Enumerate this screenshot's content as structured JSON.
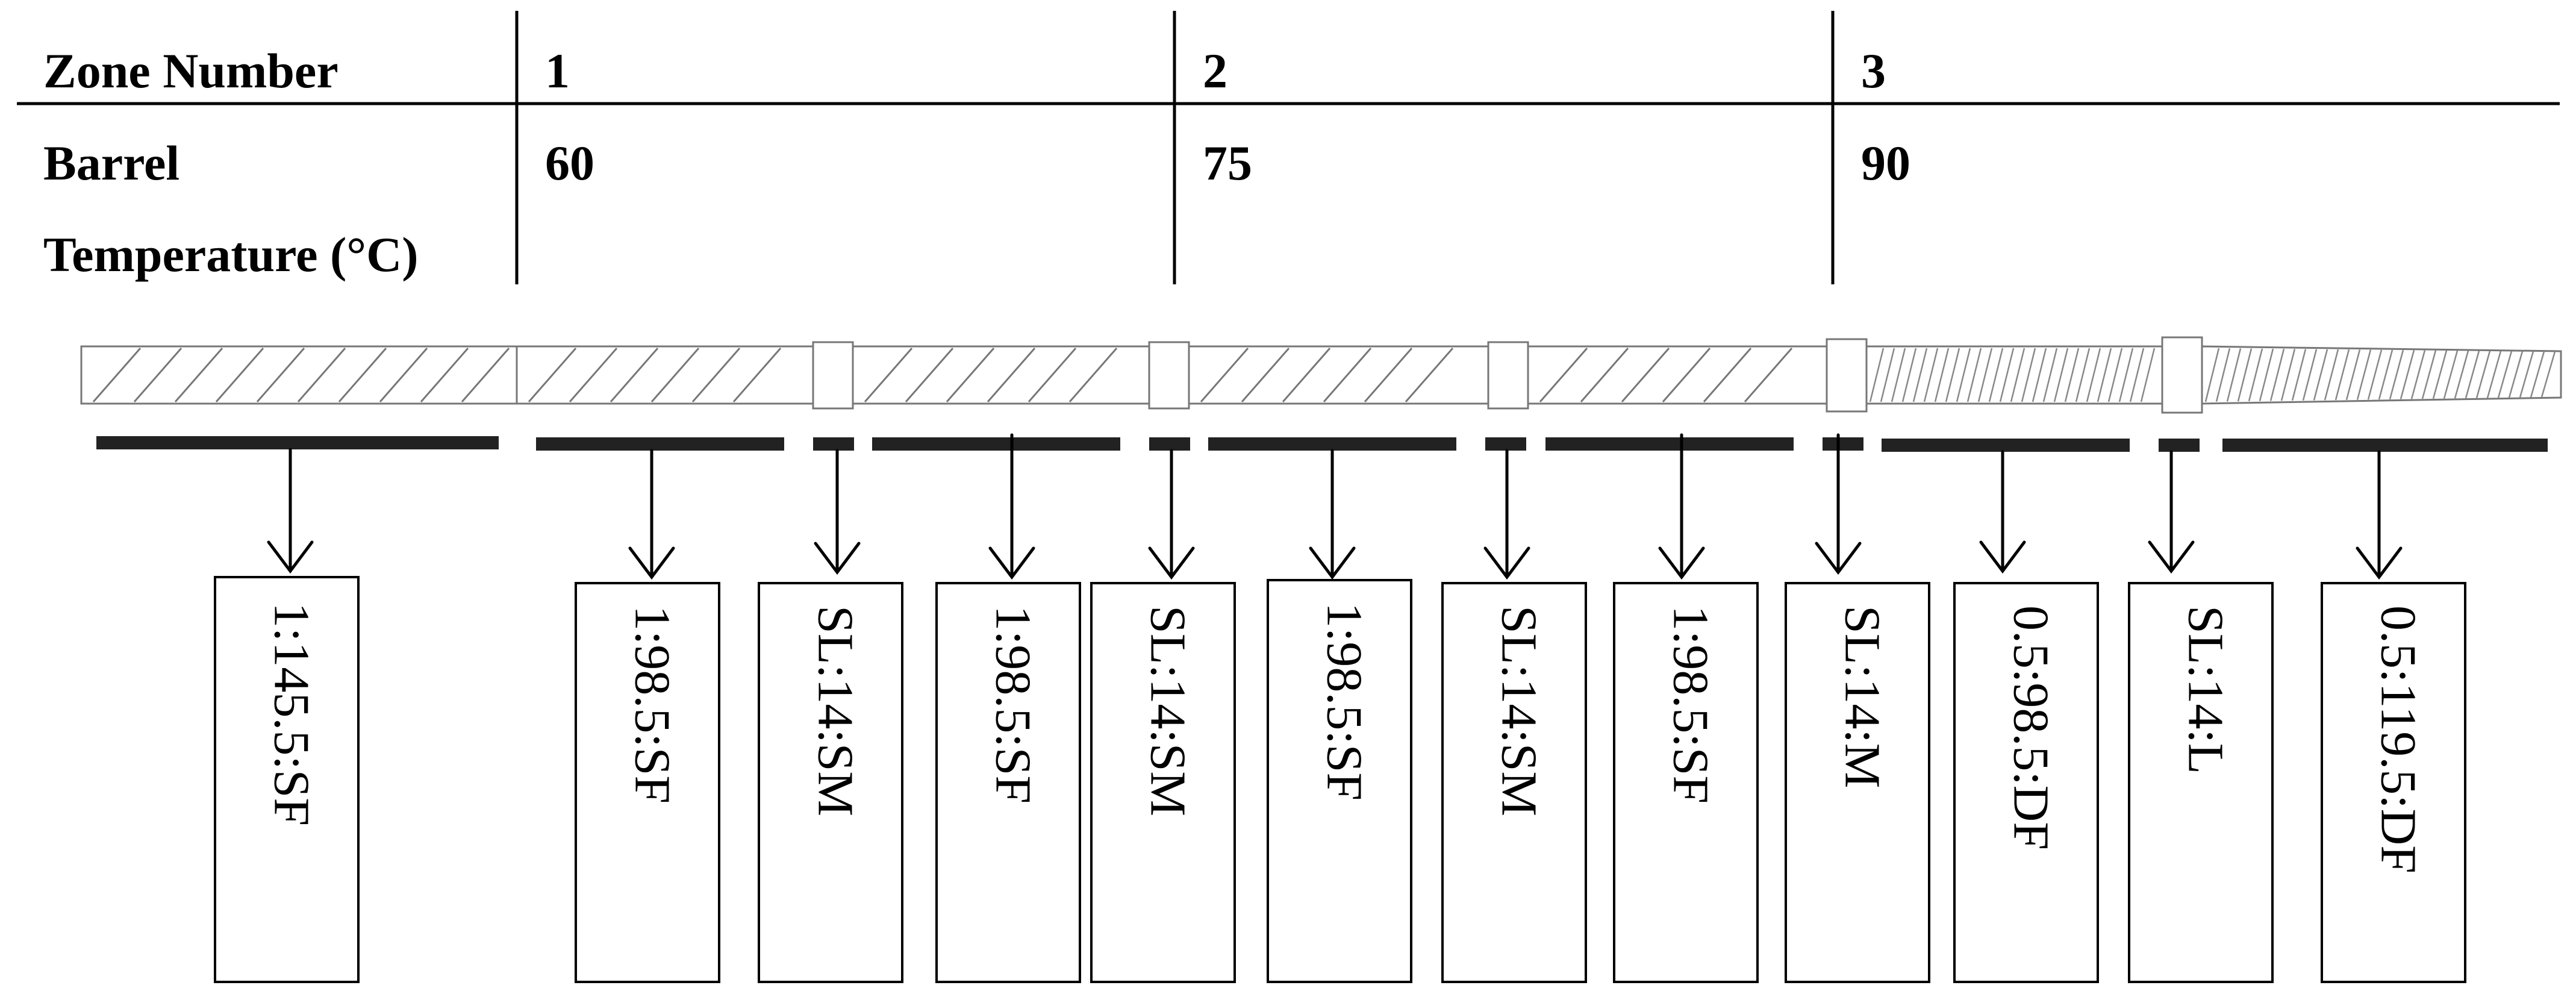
{
  "table": {
    "row1_label": "Zone Number",
    "row2_label_line1": "Barrel",
    "row2_label_line2": "Temperature (°C)",
    "zones": [
      {
        "number": "1",
        "temperature": "60"
      },
      {
        "number": "2",
        "temperature": "75"
      },
      {
        "number": "3",
        "temperature": "90"
      }
    ]
  },
  "screw": {
    "elements": [
      {
        "type": "forward",
        "pitch": "wide"
      },
      {
        "type": "forward",
        "pitch": "wide"
      },
      {
        "type": "kneading"
      },
      {
        "type": "forward",
        "pitch": "wide"
      },
      {
        "type": "kneading"
      },
      {
        "type": "forward",
        "pitch": "wide"
      },
      {
        "type": "kneading"
      },
      {
        "type": "forward",
        "pitch": "wide"
      },
      {
        "type": "kneading"
      },
      {
        "type": "forward",
        "pitch": "fine"
      },
      {
        "type": "kneading"
      },
      {
        "type": "forward",
        "pitch": "fine",
        "tapered": true
      }
    ]
  },
  "labels": [
    "1:145.5:SF",
    "1:98.5:SF",
    "SL:14:SM",
    "1:98.5:SF",
    "SL:14:SM",
    "1:98.5:SF",
    "SL:14:SM",
    "1:98.5:SF",
    "SL:14:M",
    "0.5:98.5:DF",
    "SL:14:L",
    "0.5:119.5:DF"
  ]
}
